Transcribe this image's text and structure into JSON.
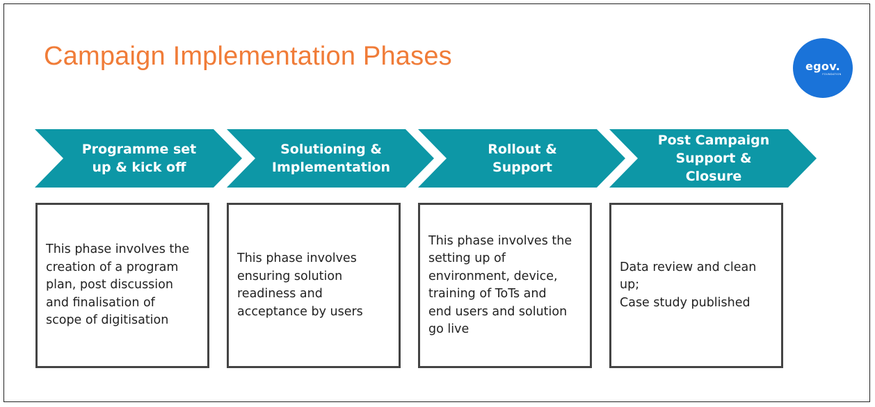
{
  "title": "Campaign Implementation Phases",
  "logo": {
    "word": "egov.",
    "sub": "FOUNDATION"
  },
  "colors": {
    "title": "#f07c38",
    "chevron": "#0d97a6",
    "logo": "#1a73d9"
  },
  "phases": [
    {
      "label": "Programme set\nup & kick off",
      "description": "This phase involves the\ncreation of a program\nplan, post discussion\nand finalisation of\nscope of digitisation"
    },
    {
      "label": "Solutioning &\nImplementation",
      "description": "This phase involves\nensuring solution\nreadiness and\nacceptance by users"
    },
    {
      "label": "Rollout &\nSupport",
      "description": "This phase involves the\nsetting up of\nenvironment, device,\ntraining of ToTs and\nend users and solution\ngo live"
    },
    {
      "label": "Post Campaign\nSupport &\nClosure",
      "description": "Data review and clean\nup;\nCase study published"
    }
  ]
}
